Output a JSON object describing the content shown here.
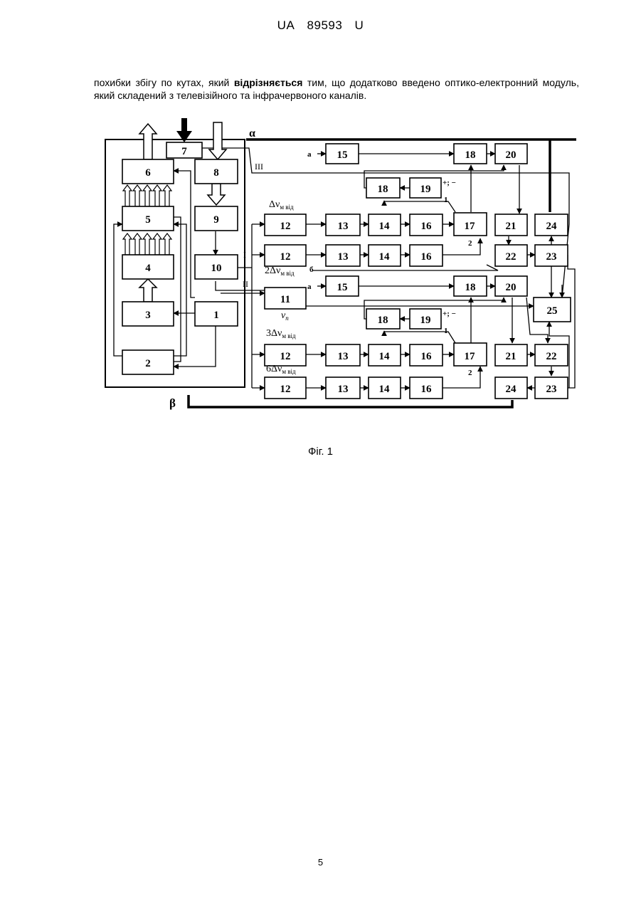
{
  "header": {
    "country": "UA",
    "number": "89593",
    "kind": "U"
  },
  "paragraph": {
    "part1": "похибки збігу по кутах, який ",
    "bold": "відрізняється",
    "part2": " тим, що додатково введено оптико-електронний модуль, який складений з телевізійного та інфрачервоного каналів."
  },
  "figure": {
    "caption": "Фіг. 1",
    "symbols": {
      "alpha": "α",
      "beta": "β",
      "roman1": "I",
      "roman2": "II",
      "roman3": "III"
    },
    "labels": {
      "dv1": "Δν",
      "dv1_sub": "м від",
      "dv2": "2Δν",
      "dv2_sub": "м від",
      "dv3": "3Δν",
      "dv3_sub": "м від",
      "dv6": "6Δν",
      "dv6_sub": "м від",
      "nu": "ν",
      "nu_sub": "п",
      "a_top": "a",
      "a_mid": "a",
      "b_mid": "б",
      "pm_top": "+; −",
      "pm_mid": "+; −",
      "one": "1",
      "two": "2"
    },
    "blocks": [
      {
        "id": "b6",
        "label": "6"
      },
      {
        "id": "b5",
        "label": "5"
      },
      {
        "id": "b4",
        "label": "4"
      },
      {
        "id": "b3",
        "label": "3"
      },
      {
        "id": "b2",
        "label": "2"
      },
      {
        "id": "b7",
        "label": "7"
      },
      {
        "id": "b8",
        "label": "8"
      },
      {
        "id": "b9",
        "label": "9"
      },
      {
        "id": "b10",
        "label": "10"
      },
      {
        "id": "b1",
        "label": "1"
      },
      {
        "id": "b11",
        "label": "11"
      },
      {
        "id": "b15a",
        "label": "15"
      },
      {
        "id": "b18a",
        "label": "18"
      },
      {
        "id": "b20a",
        "label": "20"
      },
      {
        "id": "b18b",
        "label": "18"
      },
      {
        "id": "b19a",
        "label": "19"
      },
      {
        "id": "b12a",
        "label": "12"
      },
      {
        "id": "b13a",
        "label": "13"
      },
      {
        "id": "b14a",
        "label": "14"
      },
      {
        "id": "b16a",
        "label": "16"
      },
      {
        "id": "b17a",
        "label": "17"
      },
      {
        "id": "b21a",
        "label": "21"
      },
      {
        "id": "b24a",
        "label": "24"
      },
      {
        "id": "b12b",
        "label": "12"
      },
      {
        "id": "b13b",
        "label": "13"
      },
      {
        "id": "b14b",
        "label": "14"
      },
      {
        "id": "b16b",
        "label": "16"
      },
      {
        "id": "b22a",
        "label": "22"
      },
      {
        "id": "b23a",
        "label": "23"
      },
      {
        "id": "b15b",
        "label": "15"
      },
      {
        "id": "b18c",
        "label": "18"
      },
      {
        "id": "b20b",
        "label": "20"
      },
      {
        "id": "b25",
        "label": "25"
      },
      {
        "id": "b18d",
        "label": "18"
      },
      {
        "id": "b19b",
        "label": "19"
      },
      {
        "id": "b12c",
        "label": "12"
      },
      {
        "id": "b13c",
        "label": "13"
      },
      {
        "id": "b14c",
        "label": "14"
      },
      {
        "id": "b16c",
        "label": "16"
      },
      {
        "id": "b17b",
        "label": "17"
      },
      {
        "id": "b21b",
        "label": "21"
      },
      {
        "id": "b22b",
        "label": "22"
      },
      {
        "id": "b12d",
        "label": "12"
      },
      {
        "id": "b13d",
        "label": "13"
      },
      {
        "id": "b14d",
        "label": "14"
      },
      {
        "id": "b16d",
        "label": "16"
      },
      {
        "id": "b24b",
        "label": "24"
      },
      {
        "id": "b23b",
        "label": "23"
      }
    ]
  },
  "page_number": "5"
}
